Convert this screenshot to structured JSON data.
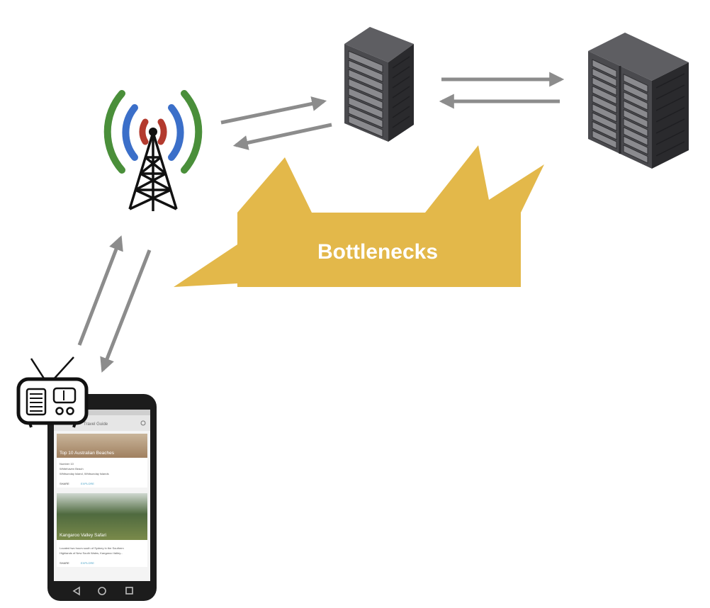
{
  "diagram": {
    "callout_label": "Bottlenecks",
    "colors": {
      "callout": "#E3B84A",
      "arrow": "#8C8C8C",
      "signal_green": "#4A8F3A",
      "signal_blue": "#3B6FC9",
      "signal_red": "#B33A2E",
      "server_dark": "#3A3A3D",
      "server_mid": "#6B6B6F"
    },
    "icons": {
      "tower": "cell-tower-icon",
      "server_small": "server-rack-icon",
      "server_large": "datacenter-rack-icon",
      "radio": "radio-icon",
      "phone": "smartphone-icon"
    }
  },
  "phone": {
    "app_bar_text": "Travel Guide",
    "card1": {
      "title": "Top 10 Australian Beaches",
      "line1": "Number 10",
      "line2": "Whitehaven Beach",
      "line3": "Whitsunday Island, Whitsunday Islands",
      "action1": "SHARE",
      "action2": "EXPLORE"
    },
    "card2": {
      "title": "Kangaroo Valley Safari",
      "line1": "Located two hours south of Sydney in the Southern",
      "line2": "Highlands of New South Wales, Kangaroo Valley...",
      "action1": "SHARE",
      "action2": "EXPLORE"
    }
  }
}
